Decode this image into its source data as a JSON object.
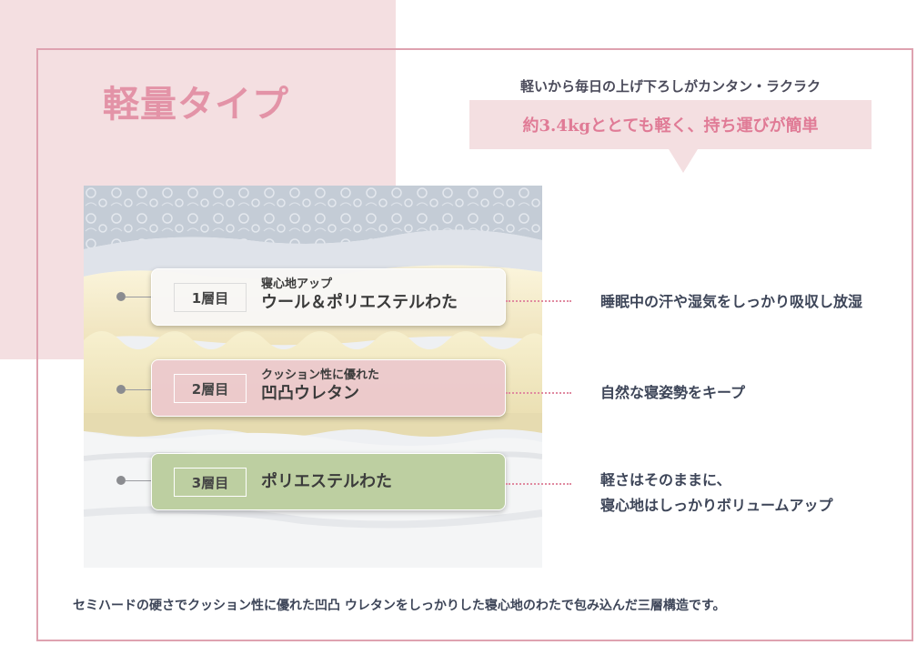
{
  "title": "軽量タイプ",
  "subtitle": "軽いから毎日の上げ下ろしがカンタン・ラクラク",
  "banner": "約3.4kgととても軽く、持ち運びが簡単",
  "layers": [
    {
      "number": "1層目",
      "subtitle": "寝心地アップ",
      "name": "ウール＆ポリエステルわた",
      "description": "睡眠中の汗や湿気をしっかり吸収し放湿"
    },
    {
      "number": "2層目",
      "subtitle": "クッション性に優れた",
      "name": "凹凸ウレタン",
      "description": "自然な寝姿勢をキープ"
    },
    {
      "number": "3層目",
      "subtitle": "",
      "name": "ポリエステルわた",
      "description_line1": "軽さはそのままに、",
      "description_line2": "寝心地はしっかりボリュームアップ"
    }
  ],
  "footer": "セミハードの硬さでクッション性に優れた凹凸 ウレタンをしっかりした寝心地のわたで包み込んだ三層構造です。",
  "colors": {
    "accent_pink": "#e393a7",
    "banner_bg": "#f4dfe1",
    "frame": "#dea2b0",
    "layer2": "#ecc8cc",
    "layer3": "#bdcfa1",
    "text": "#3d4558"
  }
}
